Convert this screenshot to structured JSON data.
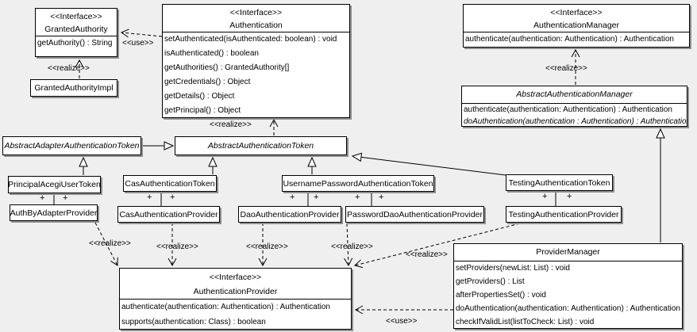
{
  "labels": {
    "use": "<<use>>",
    "realize": "<<realize>>",
    "plus": "+"
  },
  "classes": {
    "granted_authority": {
      "stereotype": "<<Interface>>",
      "name": "GrantedAuthority",
      "methods": [
        "getAuthority() : String"
      ]
    },
    "granted_authority_impl": {
      "name": "GrantedAuthorityImpl"
    },
    "authentication": {
      "stereotype": "<<Interface>>",
      "name": "Authentication",
      "methods": [
        "setAuthenticated(isAuthenticated: boolean) : void",
        "isAuthenticated() : boolean",
        "getAuthorities() : GrantedAuthority[]",
        "getCredentials() : Object",
        "getDetails() : Object",
        "getPrincipal() : Object"
      ]
    },
    "authentication_manager": {
      "stereotype": "<<Interface>>",
      "name": "AuthenticationManager",
      "methods": [
        "authenticate(authentication: Authentication) : Authentication"
      ]
    },
    "abstract_authentication_manager": {
      "name": "AbstractAuthenticationManager",
      "abstract": true,
      "methods": [
        "authenticate(authentication: Authentication) : Authentication",
        "doAuthentication(authentication : Authentication) : Authentication"
      ]
    },
    "abstract_adapter_authentication_token": {
      "name": "AbstractAdapterAuthenticationToken",
      "abstract": true
    },
    "abstract_authentication_token": {
      "name": "AbstractAuthenticationToken",
      "abstract": true
    },
    "principal_acegi_user_token": {
      "name": "PrincipalAcegiUserToken"
    },
    "cas_authentication_token": {
      "name": "CasAuthenticationToken"
    },
    "username_password_authentication_token": {
      "name": "UsernamePasswordAuthenticationToken"
    },
    "testing_authentication_token": {
      "name": "TestingAuthenticationToken"
    },
    "auth_by_adapter_provider": {
      "name": "AuthByAdapterProvider"
    },
    "cas_authentication_provider": {
      "name": "CasAuthenticationProvider"
    },
    "dao_authentication_provider": {
      "name": "DaoAuthenticationProvider"
    },
    "password_dao_authentication_provider": {
      "name": "PasswordDaoAuthenticationProvider"
    },
    "testing_authentication_provider": {
      "name": "TestingAuthenticationProvider"
    },
    "authentication_provider": {
      "stereotype": "<<Interface>>",
      "name": "AuthenticationProvider",
      "methods": [
        "authenticate(authentication: Authentication) : Authentication",
        "supports(authentication: Class) : boolean"
      ]
    },
    "provider_manager": {
      "name": "ProviderManager",
      "methods": [
        "setProviders(newList: List) : void",
        "getProviders() : List",
        "afterPropertiesSet() : void",
        "doAuthentication(authentication: Authentication) : Authentication",
        "checkIfValidList(listToCheck: List) : void"
      ]
    }
  },
  "relationships": [
    {
      "from": "GrantedAuthorityImpl",
      "to": "GrantedAuthority",
      "type": "realize"
    },
    {
      "from": "Authentication",
      "to": "GrantedAuthority",
      "type": "use"
    },
    {
      "from": "AbstractAuthenticationToken",
      "to": "Authentication",
      "type": "realize"
    },
    {
      "from": "AbstractAuthenticationManager",
      "to": "AuthenticationManager",
      "type": "realize"
    },
    {
      "from": "AbstractAdapterAuthenticationToken",
      "to": "AbstractAuthenticationToken",
      "type": "generalization"
    },
    {
      "from": "PrincipalAcegiUserToken",
      "to": "AbstractAdapterAuthenticationToken",
      "type": "generalization"
    },
    {
      "from": "CasAuthenticationToken",
      "to": "AbstractAuthenticationToken",
      "type": "generalization"
    },
    {
      "from": "UsernamePasswordAuthenticationToken",
      "to": "AbstractAuthenticationToken",
      "type": "generalization"
    },
    {
      "from": "TestingAuthenticationToken",
      "to": "AbstractAuthenticationToken",
      "type": "generalization"
    },
    {
      "from": "ProviderManager",
      "to": "AbstractAuthenticationManager",
      "type": "generalization"
    },
    {
      "from": "PrincipalAcegiUserToken",
      "to": "AuthByAdapterProvider",
      "type": "association"
    },
    {
      "from": "CasAuthenticationToken",
      "to": "CasAuthenticationProvider",
      "type": "association"
    },
    {
      "from": "UsernamePasswordAuthenticationToken",
      "to": "DaoAuthenticationProvider",
      "type": "association"
    },
    {
      "from": "UsernamePasswordAuthenticationToken",
      "to": "PasswordDaoAuthenticationProvider",
      "type": "association"
    },
    {
      "from": "TestingAuthenticationToken",
      "to": "TestingAuthenticationProvider",
      "type": "association"
    },
    {
      "from": "AuthByAdapterProvider",
      "to": "AuthenticationProvider",
      "type": "realize"
    },
    {
      "from": "CasAuthenticationProvider",
      "to": "AuthenticationProvider",
      "type": "realize"
    },
    {
      "from": "DaoAuthenticationProvider",
      "to": "AuthenticationProvider",
      "type": "realize"
    },
    {
      "from": "PasswordDaoAuthenticationProvider",
      "to": "AuthenticationProvider",
      "type": "realize"
    },
    {
      "from": "TestingAuthenticationProvider",
      "to": "AuthenticationProvider",
      "type": "realize"
    },
    {
      "from": "ProviderManager",
      "to": "AuthenticationProvider",
      "type": "use"
    }
  ]
}
